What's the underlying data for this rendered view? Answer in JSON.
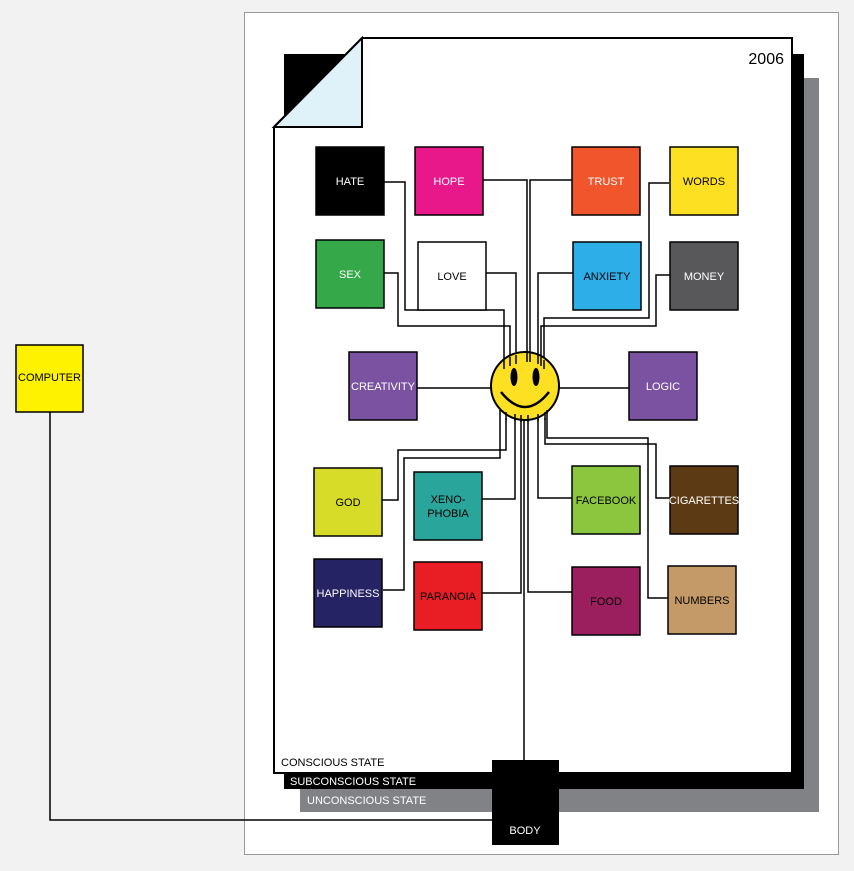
{
  "year": "2006",
  "states": {
    "conscious": "CONSCIOUS STATE",
    "subconscious": "SUBCONSCIOUS STATE",
    "unconscious": "UNCONSCIOUS STATE"
  },
  "body_label": "BODY",
  "computer_label": "COMPUTER",
  "center_icon": "smiley-face-icon",
  "boxes": [
    {
      "id": "hate",
      "label": "HATE",
      "fill": "#000000",
      "text": "#ffffff"
    },
    {
      "id": "hope",
      "label": "HOPE",
      "fill": "#e8178a",
      "text": "#ffffff"
    },
    {
      "id": "trust",
      "label": "TRUST",
      "fill": "#f0552b",
      "text": "#ffffff"
    },
    {
      "id": "words",
      "label": "WORDS",
      "fill": "#fde021",
      "text": "#000000"
    },
    {
      "id": "sex",
      "label": "SEX",
      "fill": "#35a84a",
      "text": "#ffffff"
    },
    {
      "id": "love",
      "label": "LOVE",
      "fill": "#ffffff",
      "text": "#000000"
    },
    {
      "id": "anxiety",
      "label": "ANXIETY",
      "fill": "#2eaee9",
      "text": "#000000"
    },
    {
      "id": "money",
      "label": "MONEY",
      "fill": "#58585a",
      "text": "#ffffff"
    },
    {
      "id": "creativity",
      "label": "CREATIVITY",
      "fill": "#7a52a1",
      "text": "#ffffff"
    },
    {
      "id": "logic",
      "label": "LOGIC",
      "fill": "#7a52a1",
      "text": "#ffffff"
    },
    {
      "id": "god",
      "label": "GOD",
      "fill": "#d6dc27",
      "text": "#000000"
    },
    {
      "id": "xenophobia",
      "label": "XENO-\nPHOBIA",
      "fill": "#2aa59b",
      "text": "#000000"
    },
    {
      "id": "facebook",
      "label": "FACEBOOK",
      "fill": "#8cc63f",
      "text": "#000000"
    },
    {
      "id": "cigarettes",
      "label": "CIGARETTES",
      "fill": "#5c3a14",
      "text": "#ffffff"
    },
    {
      "id": "happiness",
      "label": "HAPPINESS",
      "fill": "#262364",
      "text": "#ffffff"
    },
    {
      "id": "paranoia",
      "label": "PARANOIA",
      "fill": "#e81e24",
      "text": "#000000"
    },
    {
      "id": "food",
      "label": "FOOD",
      "fill": "#9b1e5e",
      "text": "#000000"
    },
    {
      "id": "numbers",
      "label": "NUMBERS",
      "fill": "#c49a68",
      "text": "#000000"
    }
  ],
  "colors": {
    "computer": "#fff200",
    "page_corner": "#dff1f9",
    "subconscious_layer": "#000000",
    "unconscious_layer": "#808285",
    "smiley": "#fde021"
  }
}
